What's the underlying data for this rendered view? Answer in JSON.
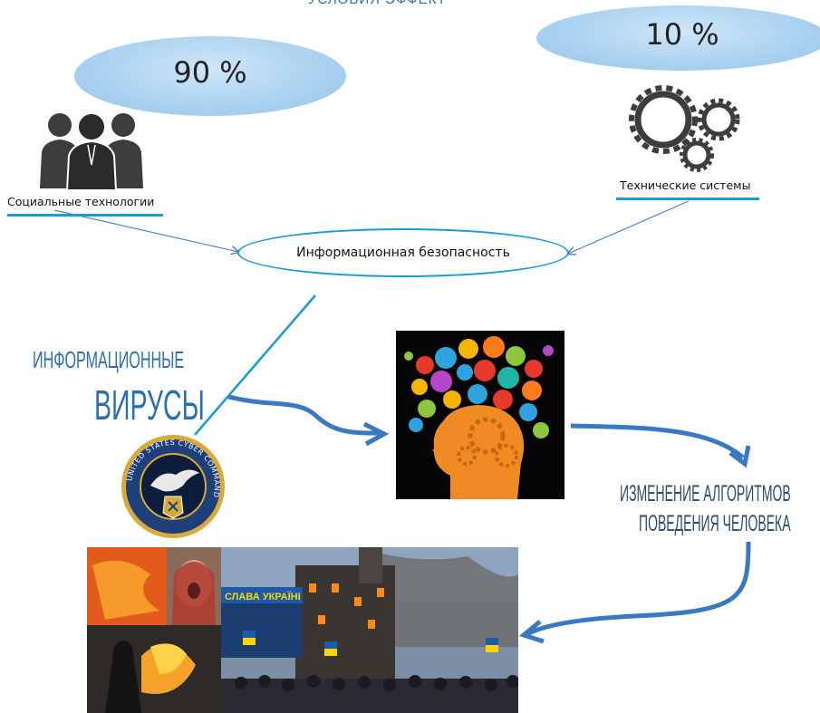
{
  "header": {
    "top_label": "УСЛОВИЯ ЭФФЕКТ"
  },
  "social": {
    "percent": "90 %",
    "label": "Социальные технологии"
  },
  "technical": {
    "percent": "10 %",
    "label": "Технические системы"
  },
  "center": {
    "label": "Информационная безопасность"
  },
  "viruses": {
    "line1": "ИНФОРМАЦИОННЫЕ",
    "line2": "ВИРУСЫ"
  },
  "algorithms": {
    "line1": "ИЗМЕНЕНИЕ АЛГОРИТМОВ",
    "line2": "ПОВЕДЕНИЯ ЧЕЛОВЕКА"
  },
  "seal": {
    "ring_text": "UNITED STATES CYBER COMMAND"
  },
  "protest_photo": {
    "banner_text": "СЛАВА УКРАЇНІ"
  },
  "colors": {
    "accent_blue": "#1a9bd7",
    "arrow_blue": "#3a78c2",
    "cloud_blue": "#a9d1f0",
    "headline_blue": "#2b6fb0"
  },
  "icons": [
    "people-icon",
    "gears-icon",
    "head-ideas-image",
    "cyber-command-seal",
    "protest-collage-photo"
  ]
}
